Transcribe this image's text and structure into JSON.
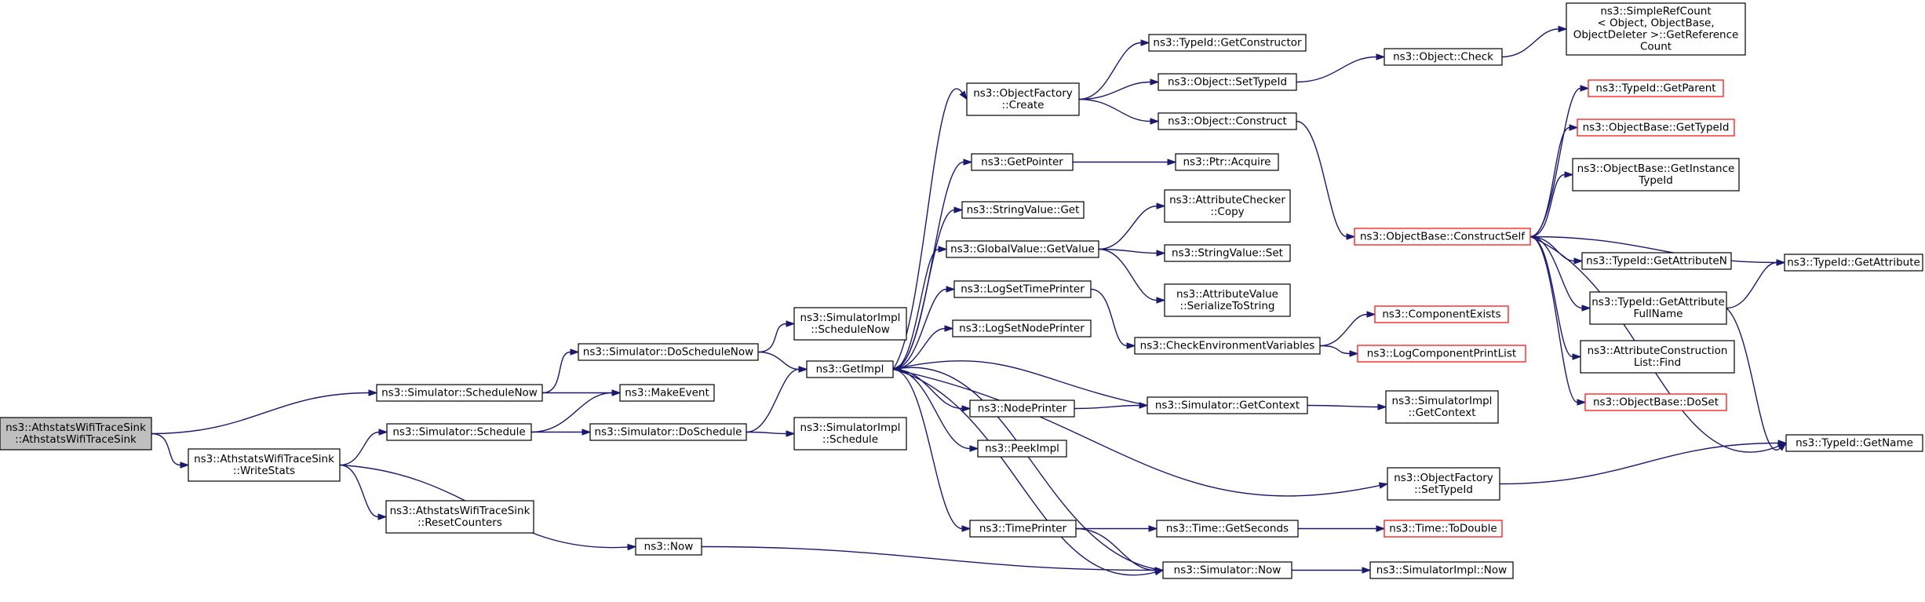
{
  "colors": {
    "edge": "#191970",
    "node_border": "#000000",
    "node_border_truncated": "#ff0000",
    "root_fill": "#bfbfbf",
    "node_fill": "#ffffff"
  },
  "nodes": [
    {
      "id": "root",
      "lines": [
        "ns3::AthstatsWifiTraceSink",
        "::AthstatsWifiTraceSink"
      ],
      "variant": "root"
    },
    {
      "id": "schedulenow",
      "lines": [
        "ns3::Simulator::ScheduleNow"
      ],
      "variant": "normal"
    },
    {
      "id": "writestats",
      "lines": [
        "ns3::AthstatsWifiTraceSink",
        "::WriteStats"
      ],
      "variant": "normal"
    },
    {
      "id": "doschedulenow",
      "lines": [
        "ns3::Simulator::DoScheduleNow"
      ],
      "variant": "normal"
    },
    {
      "id": "makeevent",
      "lines": [
        "ns3::MakeEvent"
      ],
      "variant": "normal"
    },
    {
      "id": "schedule",
      "lines": [
        "ns3::Simulator::Schedule"
      ],
      "variant": "normal"
    },
    {
      "id": "doschedule",
      "lines": [
        "ns3::Simulator::DoSchedule"
      ],
      "variant": "normal"
    },
    {
      "id": "resetcounters",
      "lines": [
        "ns3::AthstatsWifiTraceSink",
        "::ResetCounters"
      ],
      "variant": "normal"
    },
    {
      "id": "now",
      "lines": [
        "ns3::Now"
      ],
      "variant": "normal"
    },
    {
      "id": "impl_schedulenow",
      "lines": [
        "ns3::SimulatorImpl",
        "::ScheduleNow"
      ],
      "variant": "normal"
    },
    {
      "id": "getimpl",
      "lines": [
        "ns3::GetImpl"
      ],
      "variant": "normal"
    },
    {
      "id": "impl_schedule",
      "lines": [
        "ns3::SimulatorImpl",
        "::Schedule"
      ],
      "variant": "normal"
    },
    {
      "id": "objfactory_create",
      "lines": [
        "ns3::ObjectFactory",
        "::Create"
      ],
      "variant": "normal"
    },
    {
      "id": "getpointer",
      "lines": [
        "ns3::GetPointer"
      ],
      "variant": "normal"
    },
    {
      "id": "stringvalue_get",
      "lines": [
        "ns3::StringValue::Get"
      ],
      "variant": "normal"
    },
    {
      "id": "globalvalue_getvalue",
      "lines": [
        "ns3::GlobalValue::GetValue"
      ],
      "variant": "normal"
    },
    {
      "id": "logsettimeprinter",
      "lines": [
        "ns3::LogSetTimePrinter"
      ],
      "variant": "normal"
    },
    {
      "id": "logsetnodeprinter",
      "lines": [
        "ns3::LogSetNodePrinter"
      ],
      "variant": "normal"
    },
    {
      "id": "nodeprinter",
      "lines": [
        "ns3::NodePrinter"
      ],
      "variant": "normal"
    },
    {
      "id": "peekimpl",
      "lines": [
        "ns3::PeekImpl"
      ],
      "variant": "normal"
    },
    {
      "id": "timeprinter",
      "lines": [
        "ns3::TimePrinter"
      ],
      "variant": "normal"
    },
    {
      "id": "typeid_getconstructor",
      "lines": [
        "ns3::TypeId::GetConstructor"
      ],
      "variant": "normal"
    },
    {
      "id": "object_settypeid",
      "lines": [
        "ns3::Object::SetTypeId"
      ],
      "variant": "normal"
    },
    {
      "id": "object_construct",
      "lines": [
        "ns3::Object::Construct"
      ],
      "variant": "normal"
    },
    {
      "id": "ptr_acquire",
      "lines": [
        "ns3::Ptr::Acquire"
      ],
      "variant": "normal"
    },
    {
      "id": "attributechecker_copy",
      "lines": [
        "ns3::AttributeChecker",
        "::Copy"
      ],
      "variant": "normal"
    },
    {
      "id": "stringvalue_set",
      "lines": [
        "ns3::StringValue::Set"
      ],
      "variant": "normal"
    },
    {
      "id": "attributevalue_serialize",
      "lines": [
        "ns3::AttributeValue",
        "::SerializeToString"
      ],
      "variant": "normal"
    },
    {
      "id": "checkenvvars",
      "lines": [
        "ns3::CheckEnvironmentVariables"
      ],
      "variant": "normal"
    },
    {
      "id": "simulator_getcontext",
      "lines": [
        "ns3::Simulator::GetContext"
      ],
      "variant": "normal"
    },
    {
      "id": "objfactory_settypeid",
      "lines": [
        "ns3::ObjectFactory",
        "::SetTypeId"
      ],
      "variant": "normal"
    },
    {
      "id": "time_getseconds",
      "lines": [
        "ns3::Time::GetSeconds"
      ],
      "variant": "normal"
    },
    {
      "id": "simulator_now",
      "lines": [
        "ns3::Simulator::Now"
      ],
      "variant": "normal"
    },
    {
      "id": "object_check",
      "lines": [
        "ns3::Object::Check"
      ],
      "variant": "normal"
    },
    {
      "id": "objectbase_constructself",
      "lines": [
        "ns3::ObjectBase::ConstructSelf"
      ],
      "variant": "truncated"
    },
    {
      "id": "componentexists",
      "lines": [
        "ns3::ComponentExists"
      ],
      "variant": "truncated"
    },
    {
      "id": "logcomponentprintlist",
      "lines": [
        "ns3::LogComponentPrintList"
      ],
      "variant": "truncated"
    },
    {
      "id": "impl_getcontext",
      "lines": [
        "ns3::SimulatorImpl",
        "::GetContext"
      ],
      "variant": "normal"
    },
    {
      "id": "time_todouble",
      "lines": [
        "ns3::Time::ToDouble"
      ],
      "variant": "truncated"
    },
    {
      "id": "impl_now",
      "lines": [
        "ns3::SimulatorImpl::Now"
      ],
      "variant": "normal"
    },
    {
      "id": "simplerefcount",
      "lines": [
        "ns3::SimpleRefCount",
        "< Object, ObjectBase,",
        "ObjectDeleter >::GetReference",
        "Count"
      ],
      "variant": "normal"
    },
    {
      "id": "typeid_getparent",
      "lines": [
        "ns3::TypeId::GetParent"
      ],
      "variant": "truncated"
    },
    {
      "id": "objectbase_gettypeid",
      "lines": [
        "ns3::ObjectBase::GetTypeId"
      ],
      "variant": "truncated"
    },
    {
      "id": "objectbase_getinstancetypeid",
      "lines": [
        "ns3::ObjectBase::GetInstance",
        "TypeId"
      ],
      "variant": "normal"
    },
    {
      "id": "typeid_getattributen",
      "lines": [
        "ns3::TypeId::GetAttributeN"
      ],
      "variant": "normal"
    },
    {
      "id": "typeid_getattributefullname",
      "lines": [
        "ns3::TypeId::GetAttribute",
        "FullName"
      ],
      "variant": "normal"
    },
    {
      "id": "attrconstructionlist_find",
      "lines": [
        "ns3::AttributeConstruction",
        "List::Find"
      ],
      "variant": "normal"
    },
    {
      "id": "objectbase_doset",
      "lines": [
        "ns3::ObjectBase::DoSet"
      ],
      "variant": "truncated"
    },
    {
      "id": "typeid_getattribute",
      "lines": [
        "ns3::TypeId::GetAttribute"
      ],
      "variant": "normal"
    },
    {
      "id": "typeid_getname",
      "lines": [
        "ns3::TypeId::GetName"
      ],
      "variant": "normal"
    }
  ],
  "edges": [
    [
      "root",
      "schedulenow"
    ],
    [
      "root",
      "writestats"
    ],
    [
      "schedulenow",
      "doschedulenow"
    ],
    [
      "schedulenow",
      "makeevent"
    ],
    [
      "writestats",
      "schedule"
    ],
    [
      "writestats",
      "resetcounters"
    ],
    [
      "writestats",
      "now"
    ],
    [
      "doschedulenow",
      "impl_schedulenow"
    ],
    [
      "doschedulenow",
      "getimpl"
    ],
    [
      "schedule",
      "makeevent"
    ],
    [
      "schedule",
      "doschedule"
    ],
    [
      "doschedule",
      "getimpl"
    ],
    [
      "doschedule",
      "impl_schedule"
    ],
    [
      "now",
      "simulator_now"
    ],
    [
      "getimpl",
      "objfactory_create"
    ],
    [
      "getimpl",
      "getpointer"
    ],
    [
      "getimpl",
      "stringvalue_get"
    ],
    [
      "getimpl",
      "globalvalue_getvalue"
    ],
    [
      "getimpl",
      "logsettimeprinter"
    ],
    [
      "getimpl",
      "logsetnodeprinter"
    ],
    [
      "getimpl",
      "nodeprinter"
    ],
    [
      "getimpl",
      "peekimpl"
    ],
    [
      "getimpl",
      "objfactory_settypeid"
    ],
    [
      "getimpl",
      "timeprinter"
    ],
    [
      "getimpl",
      "simulator_now"
    ],
    [
      "objfactory_create",
      "typeid_getconstructor"
    ],
    [
      "objfactory_create",
      "object_settypeid"
    ],
    [
      "objfactory_create",
      "object_construct"
    ],
    [
      "object_settypeid",
      "object_check"
    ],
    [
      "object_check",
      "simplerefcount"
    ],
    [
      "object_construct",
      "objectbase_constructself"
    ],
    [
      "getpointer",
      "ptr_acquire"
    ],
    [
      "globalvalue_getvalue",
      "attributechecker_copy"
    ],
    [
      "globalvalue_getvalue",
      "stringvalue_set"
    ],
    [
      "globalvalue_getvalue",
      "attributevalue_serialize"
    ],
    [
      "logsettimeprinter",
      "checkenvvars"
    ],
    [
      "checkenvvars",
      "componentexists"
    ],
    [
      "checkenvvars",
      "logcomponentprintlist"
    ],
    [
      "nodeprinter",
      "simulator_getcontext"
    ],
    [
      "simulator_getcontext",
      "getimpl"
    ],
    [
      "simulator_getcontext",
      "impl_getcontext"
    ],
    [
      "objfactory_settypeid",
      "typeid_getname"
    ],
    [
      "timeprinter",
      "time_getseconds"
    ],
    [
      "timeprinter",
      "simulator_now"
    ],
    [
      "time_getseconds",
      "time_todouble"
    ],
    [
      "simulator_now",
      "getimpl"
    ],
    [
      "simulator_now",
      "impl_now"
    ],
    [
      "objectbase_constructself",
      "typeid_getparent"
    ],
    [
      "objectbase_constructself",
      "objectbase_gettypeid"
    ],
    [
      "objectbase_constructself",
      "objectbase_getinstancetypeid"
    ],
    [
      "objectbase_constructself",
      "typeid_getattribute"
    ],
    [
      "objectbase_constructself",
      "typeid_getattributen"
    ],
    [
      "objectbase_constructself",
      "typeid_getattributefullname"
    ],
    [
      "objectbase_constructself",
      "attrconstructionlist_find"
    ],
    [
      "objectbase_constructself",
      "objectbase_doset"
    ],
    [
      "objectbase_constructself",
      "typeid_getname"
    ],
    [
      "typeid_getattributefullname",
      "typeid_getattribute"
    ],
    [
      "typeid_getattributefullname",
      "typeid_getname"
    ]
  ]
}
